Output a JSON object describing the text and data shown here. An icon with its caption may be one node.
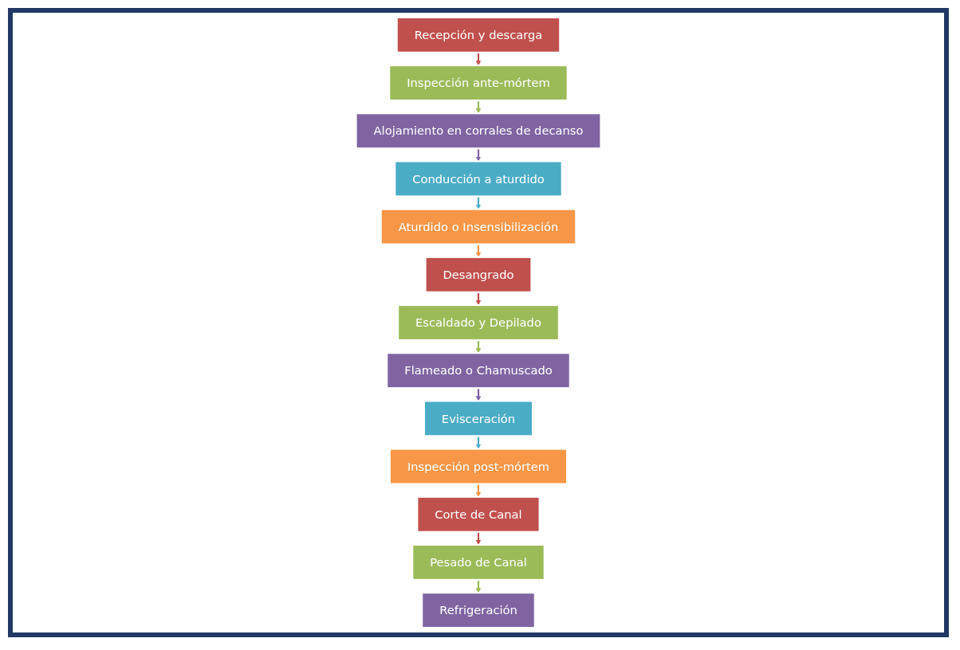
{
  "diagram": {
    "nodes": [
      {
        "text": [
          "Recepción y descarga"
        ]
      },
      {
        "text": [
          "Inspección ante-mórtem"
        ]
      },
      {
        "text": [
          "Alojamiento en corrales de decanso"
        ]
      },
      {
        "text": [
          "Conducción a aturdido"
        ]
      },
      {
        "text": [
          "Aturdido o Insensibilización"
        ]
      },
      {
        "text": [
          "Desangrado"
        ]
      },
      {
        "text": [
          "Escaldado y Depilado"
        ]
      },
      {
        "text": [
          "Flameado o Chamuscado"
        ]
      },
      {
        "text": [
          "Evisceración"
        ]
      },
      {
        "text": [
          "Inspección post-mórtem"
        ]
      },
      {
        "text": [
          "Corte de Canal"
        ]
      },
      {
        "text": [
          "Pesado de Canal"
        ]
      },
      {
        "text": [
          "Refrigeración"
        ]
      }
    ],
    "edges": [
      {
        "from": 0,
        "to": 1,
        "arrow": "to",
        "color": "#c0504d"
      },
      {
        "from": 1,
        "to": 2,
        "arrow": "to",
        "color": "#9bbb59"
      },
      {
        "from": 2,
        "to": 3,
        "arrow": "to",
        "color": "#8064a2"
      },
      {
        "from": 3,
        "to": 4,
        "arrow": "to",
        "color": "#4bacc6"
      },
      {
        "from": 4,
        "to": 5,
        "arrow": "to",
        "color": "#f79646"
      },
      {
        "from": 5,
        "to": 6,
        "arrow": "to",
        "color": "#c0504d"
      },
      {
        "from": 6,
        "to": 7,
        "arrow": "to",
        "color": "#9bbb59"
      },
      {
        "from": 7,
        "to": 8,
        "arrow": "to",
        "color": "#8064a2"
      },
      {
        "from": 8,
        "to": 9,
        "arrow": "to",
        "color": "#4bacc6"
      },
      {
        "from": 9,
        "to": 10,
        "arrow": "to",
        "color": "#f79646"
      },
      {
        "from": 10,
        "to": 11,
        "arrow": "to",
        "color": "#c0504d"
      },
      {
        "from": 11,
        "to": 12,
        "arrow": "to",
        "color": "#9bbb59"
      }
    ]
  }
}
